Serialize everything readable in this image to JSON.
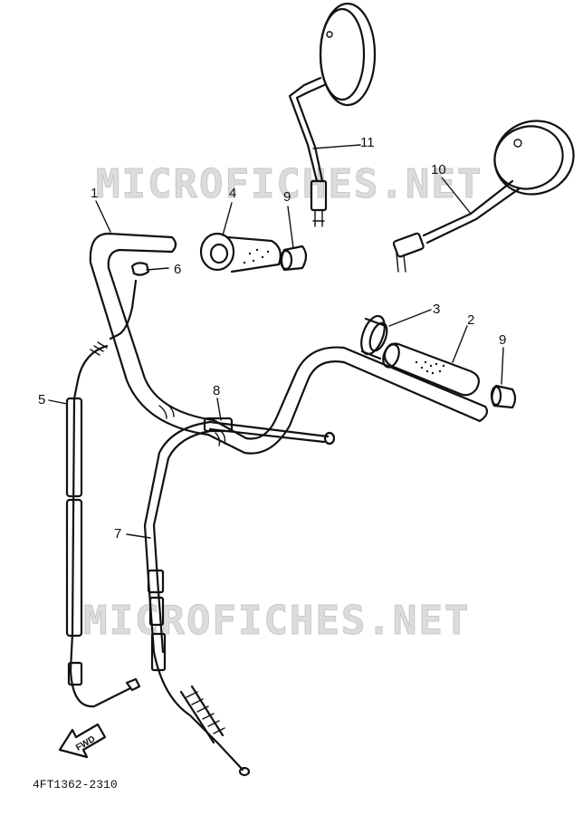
{
  "watermarks": [
    "MICROFICHES.NET",
    "MICROFICHES.NET"
  ],
  "callouts": [
    "1",
    "2",
    "3",
    "4",
    "5",
    "6",
    "7",
    "8",
    "9",
    "9",
    "10",
    "11"
  ],
  "fwd_label": "FWD",
  "drawing_code": "4FT1362-2310",
  "colors": {
    "ink": "#111111",
    "watermark": "#dcdcdc"
  }
}
